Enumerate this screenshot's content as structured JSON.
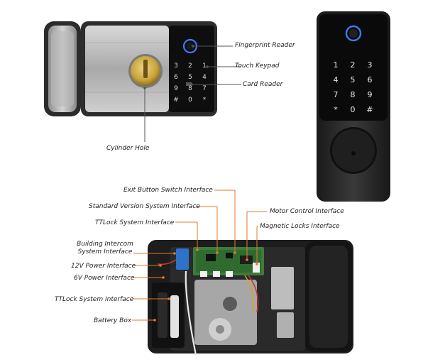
{
  "top_lock": {
    "labels": {
      "fingerprint_reader": "Fingerprint Reader",
      "touch_keypad": "Touch Keypad",
      "card_reader": "Card Reader",
      "cylinder_hole": "Cylinder Hole"
    },
    "keypad_keys": [
      "3",
      "2",
      "1",
      "6",
      "5",
      "4",
      "9",
      "8",
      "7",
      "#",
      "0",
      "*"
    ]
  },
  "handset": {
    "keypad_keys": [
      "1",
      "2",
      "3",
      "4",
      "5",
      "6",
      "7",
      "8",
      "9",
      "*",
      "0",
      "#"
    ]
  },
  "internals": {
    "labels": {
      "exit_button": "Exit Button Switch Interface",
      "standard_version": "Standard Version System Interface",
      "ttlock_top": "TTLock System Interface",
      "motor_control": "Motor Control Interface",
      "magnetic_locks": "Magnetic Locks Interface",
      "building_intercom_line1": "Building Intercom",
      "building_intercom_line2": "System Interface",
      "power_12v": "12V Power Interface",
      "power_6v": "6V Power Interface",
      "ttlock_bottom": "TTLock System Interface",
      "battery_box": "Battery Box"
    }
  },
  "colors": {
    "leader_line": "#e07a2f",
    "leader_line_dark": "#555555",
    "label_text": "#222222",
    "lock_body": "#2a2a2a",
    "panel_glass": "#111111",
    "fingerprint_ring": "#3b7bff",
    "brass": "#c9a33a",
    "steel": "#a8a8a8"
  }
}
